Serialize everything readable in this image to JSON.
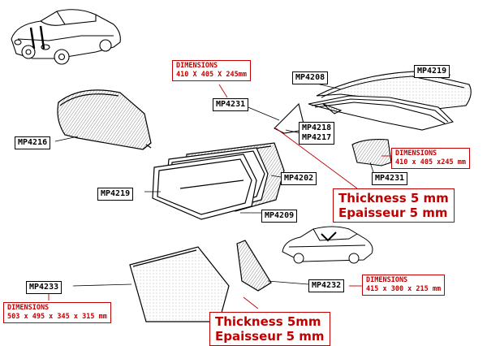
{
  "parts": {
    "mp4216": "MP4216",
    "mp4219_top": "MP4219",
    "mp4208": "MP4208",
    "mp4231_top": "MP4231",
    "mp4218": "MP4218",
    "mp4217": "MP4217",
    "mp4231_right": "MP4231",
    "mp4219_left": "MP4219",
    "mp4202": "MP4202",
    "mp4209": "MP4209",
    "mp4233": "MP4233",
    "mp4232": "MP4232"
  },
  "dimensions": {
    "rear_quarter_top": {
      "title": "DIMENSIONS",
      "value": "410 X 405 X 245mm"
    },
    "rear_quarter_right": {
      "title": "DIMENSIONS",
      "value": "410 x 405 x245 mm"
    },
    "quarter_light": {
      "title": "DIMENSIONS",
      "value": "415 x 300 x 215 mm"
    },
    "door_glass": {
      "title": "DIMENSIONS",
      "value": "503 x 495 x 345 x 315 mm"
    }
  },
  "thickness": {
    "upper": {
      "en": "Thickness 5 mm",
      "fr": "Epaisseur 5 mm"
    },
    "lower": {
      "en": "Thickness 5mm",
      "fr": "Epaisseur 5 mm"
    }
  },
  "colors": {
    "accent": "#c00000",
    "line": "#000000"
  }
}
